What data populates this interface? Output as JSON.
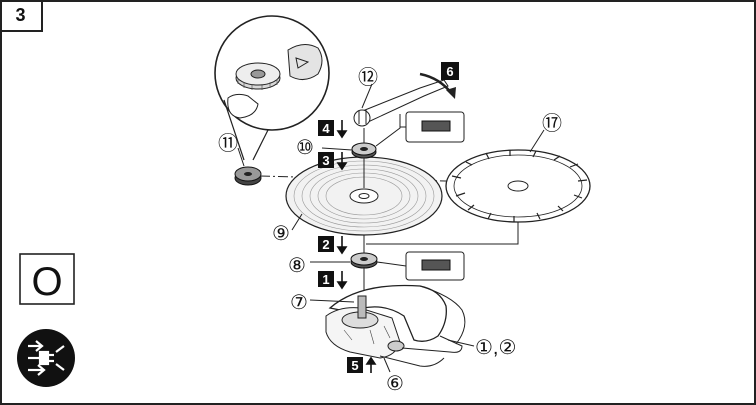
{
  "figure_number": "3",
  "steps": [
    {
      "n": "1",
      "arrow": "down"
    },
    {
      "n": "2",
      "arrow": "down"
    },
    {
      "n": "3",
      "arrow": "down"
    },
    {
      "n": "4",
      "arrow": "down"
    },
    {
      "n": "5",
      "arrow": "up"
    },
    {
      "n": "6",
      "arrow": "curve"
    }
  ],
  "callouts": {
    "c11": "⑪",
    "c12": "⑫",
    "c10": "⑩",
    "c17": "⑰",
    "c9": "⑨",
    "c8": "⑧",
    "c7": "⑦",
    "c12b": "①,②",
    "c6": "⑥"
  },
  "symbol_letter": "O",
  "icons": [
    "unplug-icon",
    "grinder-icon",
    "diamond-blade-icon",
    "cutting-disc-icon",
    "spanner-icon",
    "flange-icon",
    "clamp-nut-icon"
  ]
}
